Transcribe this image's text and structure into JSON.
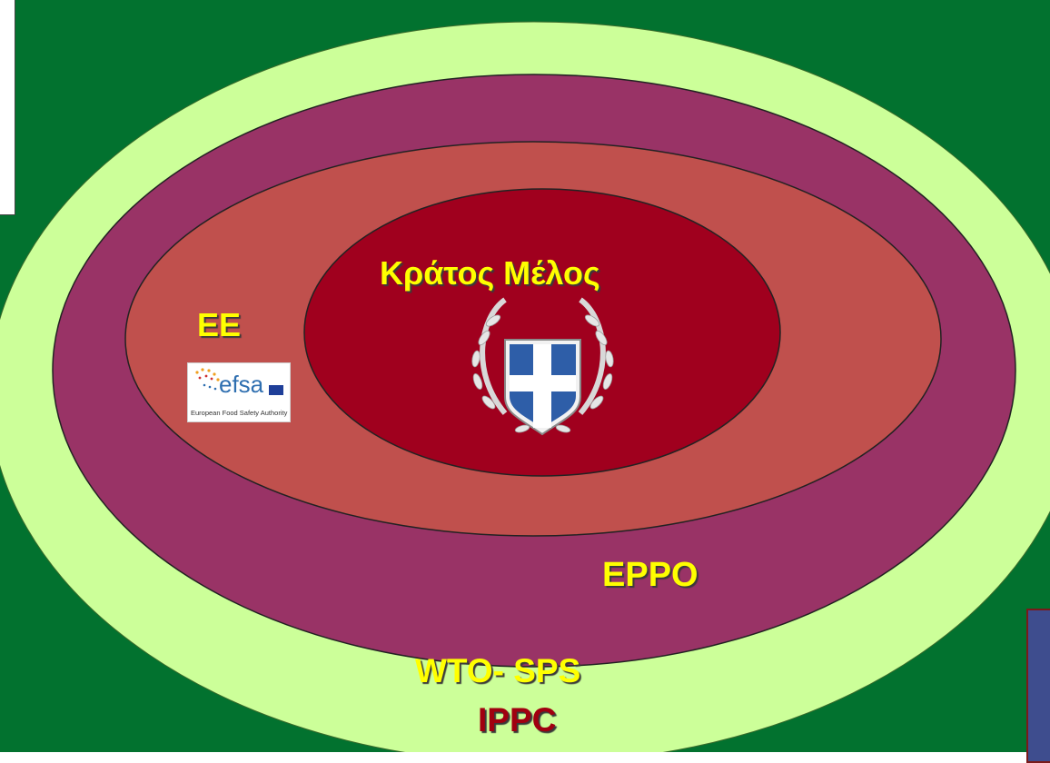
{
  "colors": {
    "background": "#02722f",
    "ring_outer": "#ccff99",
    "ring_eppo": "#993366",
    "ring_ee": "#c0504d",
    "core": "#a0001e",
    "label_yellow": "#ffff00",
    "label_ippc": "#a00010",
    "cross_blue": "#2e5ea8"
  },
  "labels": {
    "member_state": "Κράτος Μέλος",
    "ee": "ΕΕ",
    "eppo": "EPPO",
    "wto_sps": "WTO- SPS",
    "ippc": "IPPC"
  },
  "efsa_logo": {
    "name": "efsa",
    "tagline": "European Food Safety Authority"
  },
  "icons": {
    "coat_of_arms": "greek-coat-of-arms-icon",
    "efsa": "efsa-logo-icon"
  }
}
